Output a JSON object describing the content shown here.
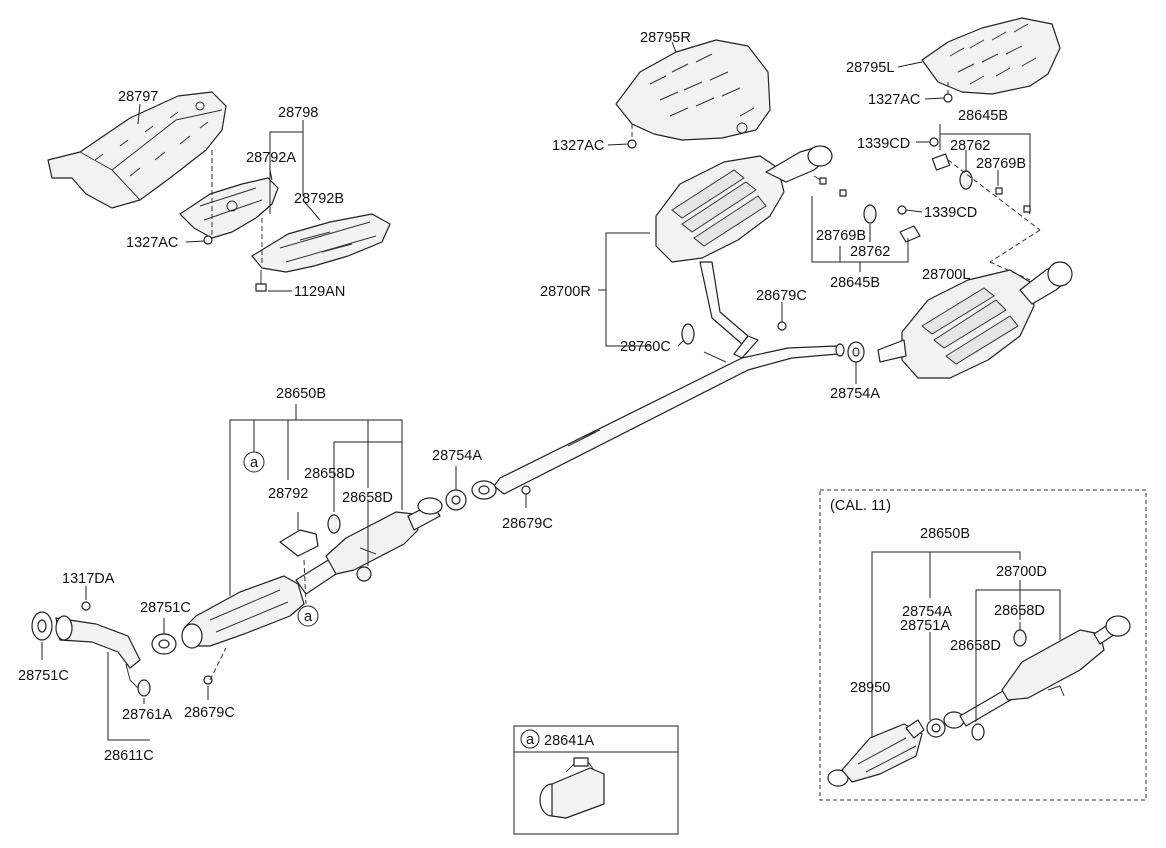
{
  "labels": {
    "p28797": "28797",
    "p28798": "28798",
    "p28792A": "28792A",
    "p28792B": "28792B",
    "p1327AC_a": "1327AC",
    "p1129AN": "1129AN",
    "p28795R": "28795R",
    "p1327AC_b": "1327AC",
    "p28795L": "28795L",
    "p1327AC_c": "1327AC",
    "p28645B_top": "28645B",
    "p1339CD_a": "1339CD",
    "p28762_top": "28762",
    "p28769B_top": "28769B",
    "p1339CD_b": "1339CD",
    "p28769B_mid": "28769B",
    "p28762_mid": "28762",
    "p28645B_mid": "28645B",
    "p28700L": "28700L",
    "p28700R": "28700R",
    "p28679C_top": "28679C",
    "p28760C": "28760C",
    "p28754A_right": "28754A",
    "p28650B": "28650B",
    "p28658D_a": "28658D",
    "p28792": "28792",
    "p28658D_b": "28658D",
    "p28754A_mid": "28754A",
    "p28679C_mid": "28679C",
    "p1317DA": "1317DA",
    "p28751C_mid": "28751C",
    "p28751C_left": "28751C",
    "p28761A": "28761A",
    "p28679C_low": "28679C",
    "p28611C": "28611C"
  },
  "callout_markers": {
    "a_upper": "a",
    "a_lower": "a"
  },
  "legend_box": {
    "marker": "a",
    "part": "28641A"
  },
  "cal_box": {
    "title": "(CAL. 11)",
    "p28650B": "28650B",
    "p28700D": "28700D",
    "p28754A": "28754A",
    "p28751A": "28751A",
    "p28658D_a": "28658D",
    "p28658D_b": "28658D",
    "p28950": "28950"
  }
}
